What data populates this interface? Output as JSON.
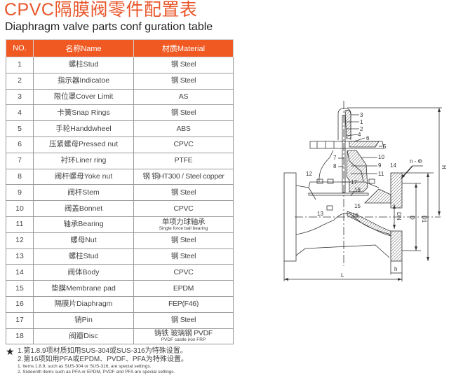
{
  "title": "CPVC隔膜阀零件配置表",
  "subtitle": "Diaphragm valve parts conf guration table",
  "table": {
    "headers": [
      "NO.",
      "名称Name",
      "材质Material"
    ],
    "rows": [
      {
        "no": "1",
        "name": "螺柱Stud",
        "material": "钢 Steel",
        "material_sub": ""
      },
      {
        "no": "2",
        "name": "指示器Indicatoe",
        "material": "钢 Steel",
        "material_sub": ""
      },
      {
        "no": "3",
        "name": "限位罩Cover Limit",
        "material": "AS",
        "material_sub": ""
      },
      {
        "no": "4",
        "name": "卡簧Snap Rings",
        "material": "钢 Steel",
        "material_sub": ""
      },
      {
        "no": "5",
        "name": "手轮Handdwheel",
        "material": "ABS",
        "material_sub": ""
      },
      {
        "no": "6",
        "name": "压紧螺母Pressed nut",
        "material": "CPVC",
        "material_sub": ""
      },
      {
        "no": "7",
        "name": "衬环Liner ring",
        "material": "PTFE",
        "material_sub": ""
      },
      {
        "no": "8",
        "name": "阀杆螺母Yoke nut",
        "material": "钢 铜HT300 / Steel copper",
        "material_sub": ""
      },
      {
        "no": "9",
        "name": "阀杆Stem",
        "material": "钢 Steel",
        "material_sub": ""
      },
      {
        "no": "10",
        "name": "阀盖Bonnet",
        "material": "CPVC",
        "material_sub": ""
      },
      {
        "no": "11",
        "name": "轴承Bearing",
        "material": "单项力球轴承",
        "material_sub": "Single force ball bearing"
      },
      {
        "no": "12",
        "name": "螺母Nut",
        "material": "钢 Steel",
        "material_sub": ""
      },
      {
        "no": "13",
        "name": "螺柱Stud",
        "material": "钢 Steel",
        "material_sub": ""
      },
      {
        "no": "14",
        "name": "阀体Body",
        "material": "CPVC",
        "material_sub": ""
      },
      {
        "no": "15",
        "name": "垫膜Membrane pad",
        "material": "EPDM",
        "material_sub": ""
      },
      {
        "no": "16",
        "name": "隔膜片Diaphragm",
        "material": "FEP(F46)",
        "material_sub": ""
      },
      {
        "no": "17",
        "name": "销Pin",
        "material": "钢 Steel",
        "material_sub": ""
      },
      {
        "no": "18",
        "name": "阀瓣Disc",
        "material": "铸铁 玻璃钢 PVDF",
        "material_sub": "PVDF castle iron FRP"
      }
    ]
  },
  "notes": {
    "star_icon": "black-star",
    "cn": [
      "1.第1.8.9项材质如用SUS-304或SUS-316为特殊设置。",
      "2.第16项如用PFA或EPDM、PVDF、PFA为特殊设置。"
    ],
    "en": [
      "1. Items 1.8.9, such as SUS-304 or SUS-316, are special settings.",
      "2. Sixteenth items such as PFA or EPDM, PVDF and PFA are special settings."
    ]
  },
  "diagram": {
    "part_labels": [
      "1",
      "2",
      "3",
      "4",
      "5",
      "6",
      "7",
      "8",
      "9",
      "10",
      "11",
      "12",
      "13",
      "14",
      "15",
      "16",
      "17",
      "18"
    ],
    "dimension_labels": {
      "H": "H",
      "D1": "D1",
      "D": "D",
      "DN": "DN",
      "L": "L",
      "h": "h",
      "n_phi": "n - Φ"
    }
  },
  "colors": {
    "accent": "#f05a22",
    "title": "#e8562a"
  }
}
